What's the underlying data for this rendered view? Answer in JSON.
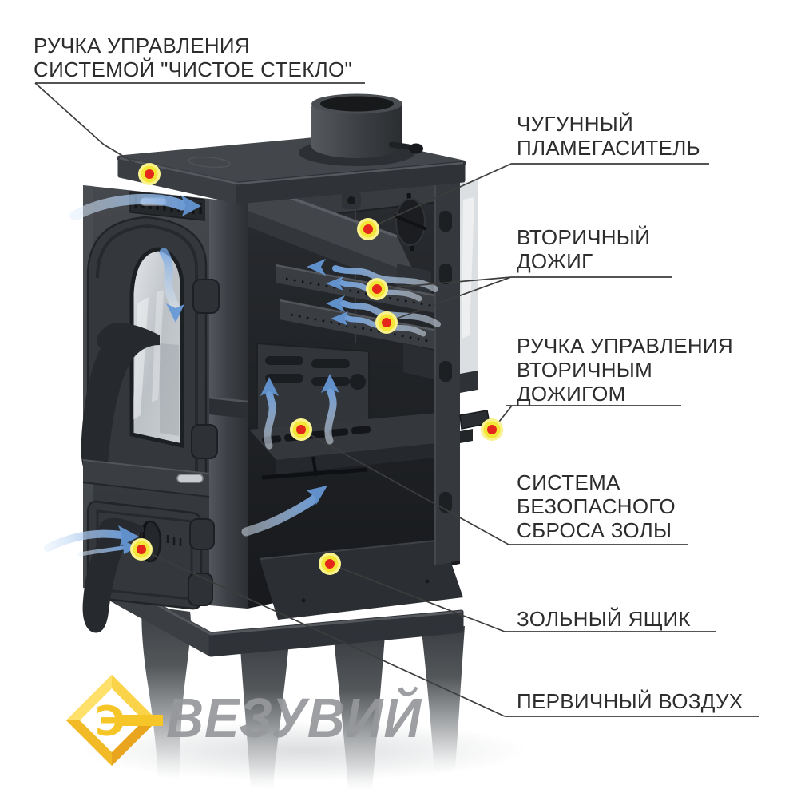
{
  "page": {
    "background": "#ffffff"
  },
  "brand": {
    "name": "ВЕЗУВИЙ",
    "mark_icon": "gold-diamond-e-icon",
    "gold_color": "#f6c527",
    "name_color": "#97989b"
  },
  "callouts": {
    "clean_glass": {
      "text": "РУЧКА УПРАВЛЕНИЯ\nСИСТЕМОЙ \"ЧИСТОЕ СТЕКЛО\""
    },
    "flame_arrester": {
      "text": "ЧУГУННЫЙ\nПЛАМЕГАСИТЕЛЬ"
    },
    "secondary_burn": {
      "text": "ВТОРИЧНЫЙ\nДОЖИГ"
    },
    "secondary_burn_handle": {
      "text": "РУЧКА УПРАВЛЕНИЯ\nВТОРИЧНЫМ\nДОЖИГОМ"
    },
    "safe_ash_dump": {
      "text": "СИСТЕМА\nБЕЗОПАСНОГО\nСБРОСА ЗОЛЫ"
    },
    "ash_box": {
      "text": "ЗОЛЬНЫЙ ЯЩИК"
    },
    "primary_air": {
      "text": "ПЕРВИЧНЫЙ ВОЗДУХ"
    }
  },
  "markers": {
    "count": 8,
    "glow_color": "#faf28c",
    "ring_color": "#f3e637",
    "center_color": "#e5261b"
  },
  "airflow": {
    "icon": "air-flow-arrow-icon",
    "color": "#7fabe2"
  },
  "stove": {
    "body_color": "#3a3d41",
    "interior_color": "#1f2226",
    "label_line_color": "#3d3d3d"
  }
}
